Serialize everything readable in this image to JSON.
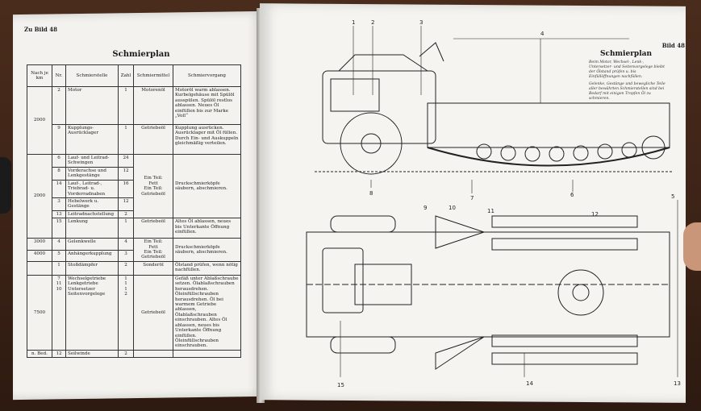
{
  "left_page": {
    "header": "Zu Bild 48",
    "title": "Schmierplan",
    "columns": [
      "Nach je km",
      "Nr.",
      "Schmierstelle",
      "Zahl",
      "Schmiermittel",
      "Schmiervorgang"
    ],
    "rows": {
      "r1": {
        "km": "2000",
        "nr": "2",
        "stelle": "Motor",
        "zahl": "1",
        "mittel": "Motorenöl",
        "vorgang": "Motoröl warm ablassen. Kurbelgehäuse mit Spülöl ausspülen. Spülöl restlos ablassen. Neues Öl einfüllen bis zur Marke „Voll“"
      },
      "r2": {
        "nr": "9",
        "stelle": "Kupplungs-Ausrücklager",
        "zahl": "1",
        "mittel": "Getriebeöl",
        "vorgang": "Kupplung ausrücken. Ausrücklager mit Öl füllen. Durch Ein- und Auskuppeln gleichmäßig verteilen."
      },
      "r3": {
        "km": "2000",
        "nr": "6",
        "stelle": "Lauf- und Leitrad-Schwingen",
        "zahl": "24",
        "mittel_a": "Ein Teil:",
        "mittel_b": "Fett",
        "mittel_c": "Ein Teil:",
        "mittel_d": "Getriebeöl",
        "vorgang": "Druckschmierköpfe säubern, abschmieren."
      },
      "r4": {
        "nr": "8",
        "stelle": "Vorderachse und Lenkgestänge",
        "zahl": "12"
      },
      "r5": {
        "nr": "14",
        "stelle": "Lauf-, Leitrad-, Triebrad- u. Vorderradnaben",
        "zahl": "16"
      },
      "r6": {
        "nr": "3",
        "stelle": "Hebelwerk u. Gestänge",
        "zahl": "12"
      },
      "r7": {
        "nr": "13",
        "stelle": "Leitradnachstellung",
        "zahl": "2"
      },
      "r8": {
        "nr": "15",
        "stelle": "Lenkung",
        "zahl": "1",
        "mittel": "Getriebeöl",
        "vorgang": "Altes Öl ablassen, neues bis Unterkante Öffnung einfüllen."
      },
      "r9": {
        "km": "3000",
        "nr": "4",
        "stelle": "Gelenkwelle",
        "zahl": "4",
        "mittel_a": "Ein Teil:",
        "mittel_b": "Fett",
        "mittel_c": "Ein Teil:",
        "mittel_d": "Getriebeöl",
        "vorgang": "Druckschmierköpfe säubern, abschmieren."
      },
      "r10": {
        "km": "4000",
        "nr": "5",
        "stelle": "Anhängerkupplung",
        "zahl": "3"
      },
      "r11": {
        "nr": "1",
        "stelle": "Stoßdämpfer",
        "zahl": "2",
        "mittel": "Sonderöl",
        "vorgang": "Ölstand prüfen, wenn nötig nachfüllen."
      },
      "r12": {
        "km": "7500",
        "nr_a": "7",
        "nr_b": "11",
        "nr_c": "10",
        "stelle_a": "Wechselgetriebe",
        "stelle_b": "Lenkgetriebe",
        "stelle_c": "Untersetzer",
        "stelle_d": "Seitenvorgelege",
        "zahl_a": "1",
        "zahl_b": "1",
        "zahl_c": "1",
        "zahl_d": "2",
        "mittel": "Getriebeöl",
        "vorgang": "Gefäß unter Ablaßschraube setzen. Ölablaßschrauben herausdrehen. Öleinfüllschrauben herausdrehen. Öl bei warmem Getriebe ablassen, Ölablaßschrauben einschrauben. Altes Öl ablassen, neues bis Unterkante Öffnung einfüllen. Öleinfüllschrauben einschrauben."
      },
      "r13": {
        "km": "n. Bed.",
        "nr": "12",
        "stelle": "Seilwinde",
        "zahl": "2"
      }
    }
  },
  "right_page": {
    "header": "Bild 48",
    "title": "Schmierplan",
    "note_a": "Beim Motor, Wechsel-, Lenk-, Untersetzer- und Seitenvorgelege bleibt der Ölstand prüfen u. bis Einfüllöffnungen nachfüllen.",
    "note_b": "Gelenke, Gestänge und bewegliche Teile aller bewährten Schmierstellen sind bei Bedarf mit einigen Tropfen Öl zu schmieren.",
    "callouts": [
      "1",
      "2",
      "3",
      "4",
      "5",
      "6",
      "7",
      "8",
      "9",
      "10",
      "11",
      "12",
      "13",
      "14",
      "15"
    ]
  }
}
